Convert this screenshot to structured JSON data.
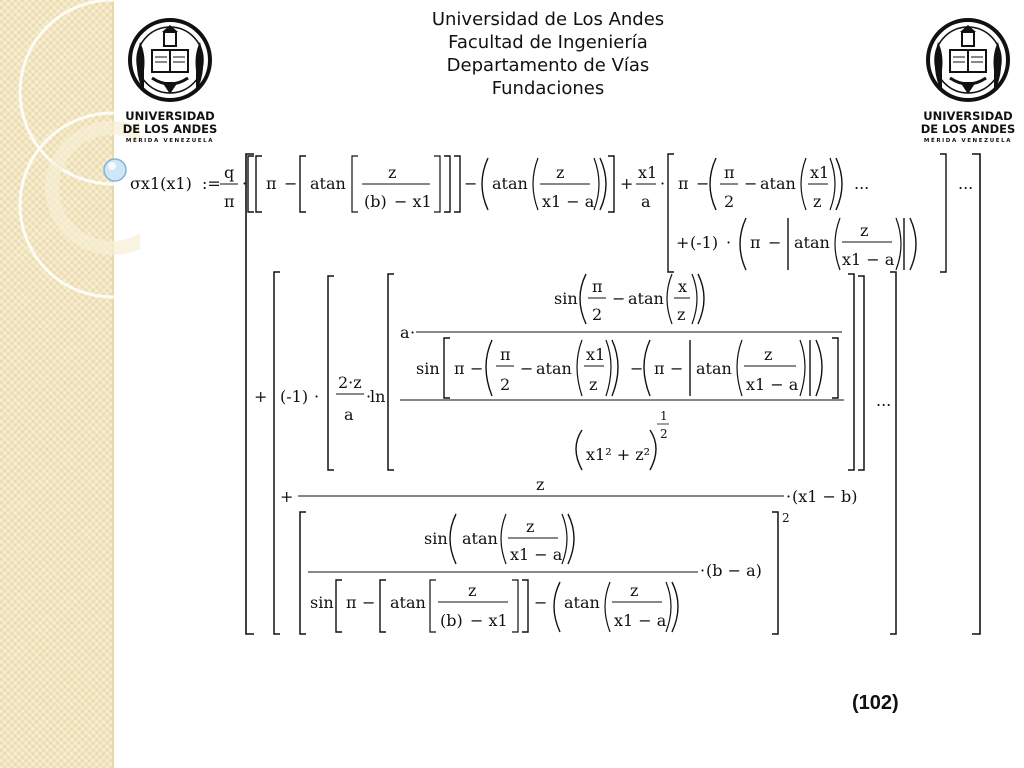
{
  "header": {
    "line1": "Universidad de Los Andes",
    "line2": "Facultad de Ingeniería",
    "line3": "Departamento de Vías",
    "line4": "Fundaciones"
  },
  "logo": {
    "caption_line1": "UNIVERSIDAD",
    "caption_line2": "DE LOS ANDES",
    "caption_line3": "MÉRIDA VENEZUELA"
  },
  "equation_number": "(102)",
  "formula": {
    "lhs": "σx1(x1)",
    "assign": ":=",
    "q": "q",
    "pi": "π",
    "atan": "atan",
    "sin": "sin",
    "ln": "ln",
    "z": "z",
    "x1": "x1",
    "x": "x",
    "a": "a",
    "two": "2",
    "b_paren": "(b)",
    "x1_minus_a": "x1 − a",
    "minus_x1": "− x1",
    "ellipsis": "...",
    "neg_one": "(-1)",
    "two_z": "2·z",
    "x1_sq_plus_z_sq": "x1² + z²",
    "half_num": "1",
    "half_den": "2",
    "x1_minus_b": "(x1 − b)",
    "b_minus_a": "(b − a)"
  }
}
